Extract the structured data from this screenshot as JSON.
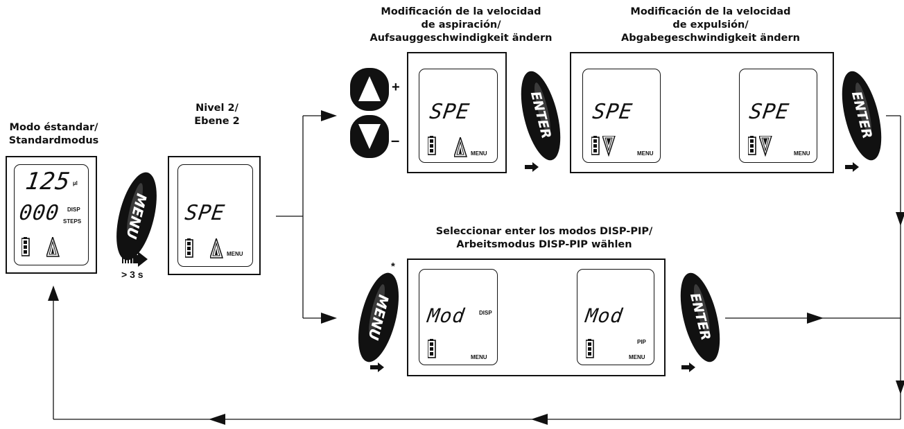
{
  "standard": {
    "title_line1": "Modo éstandar/",
    "title_line2": "Standardmodus",
    "volume": "125",
    "volume_unit": "µl",
    "steps": "000",
    "disp_label": "DISP",
    "steps_label": "STEPS"
  },
  "hold": {
    "time_label": "> 3 s",
    "menu_key": "MENU"
  },
  "level2": {
    "title_line1": "Nivel 2/",
    "title_line2": "Ebene 2",
    "display": "SPE",
    "menu_label": "MENU"
  },
  "aspiration": {
    "title_line1": "Modificación de la velocidad",
    "title_line2": "de aspiración/",
    "title_line3": "Aufsauggeschwindigkeit ändern",
    "plus": "+",
    "minus": "–",
    "display": "SPE",
    "menu_label": "MENU",
    "enter_key": "ENTER"
  },
  "expulsion": {
    "title_line1": "Modificación de la velocidad",
    "title_line2": "de expulsión/",
    "title_line3": "Abgabegeschwindigkeit ändern",
    "display_left": "SPE",
    "display_right": "SPE",
    "menu_label": "MENU",
    "enter_key": "ENTER"
  },
  "mode_select": {
    "title_line1": "Seleccionar enter los modos DISP-PIP/",
    "title_line2": "Arbeitsmodus DISP-PIP wählen",
    "asterisk": "*",
    "menu_key": "MENU",
    "display_left": "Mod",
    "display_right": "Mod",
    "disp_label": "DISP",
    "pip_label": "PIP",
    "menu_label": "MENU",
    "enter_key": "ENTER"
  }
}
